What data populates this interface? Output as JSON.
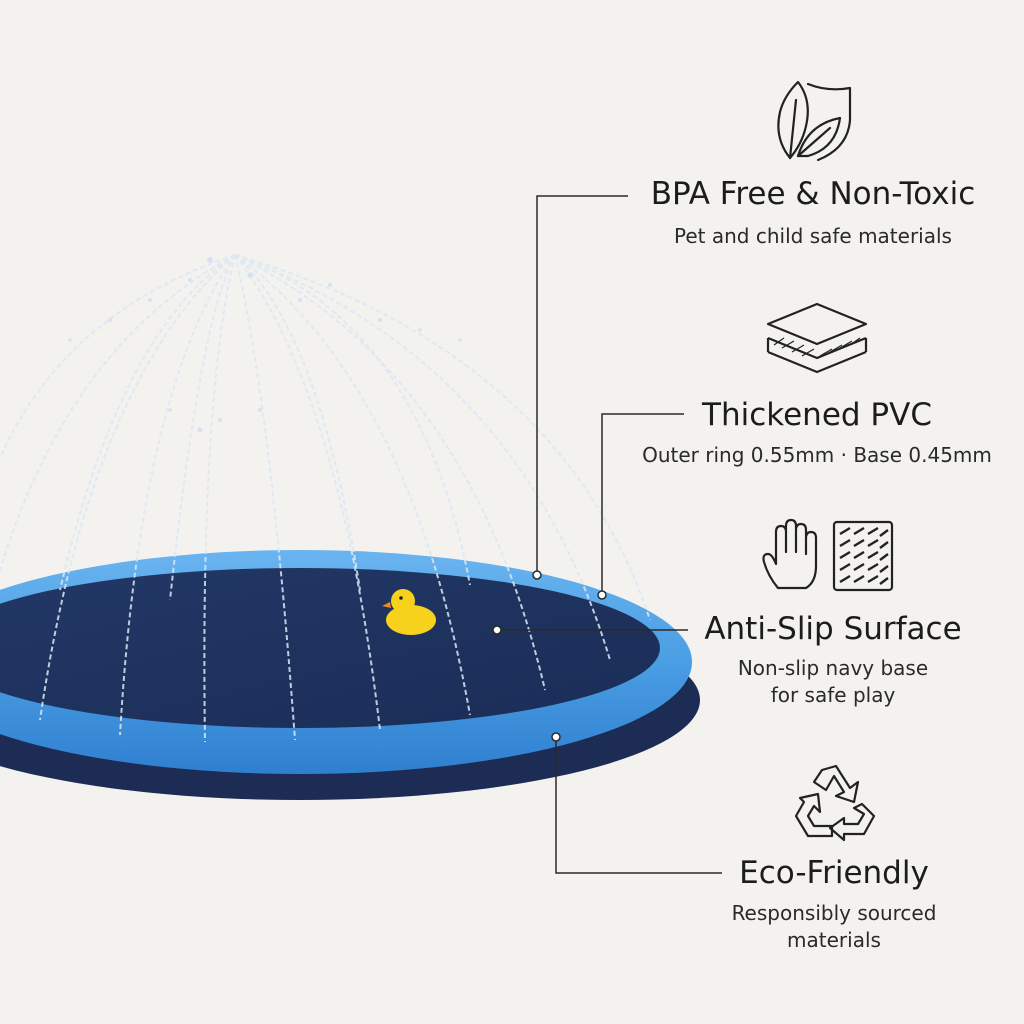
{
  "features": [
    {
      "icon": "leaf-shield-icon",
      "title": "BPA Free & Non-Toxic",
      "subtitle_lines": [
        "Pet and child safe materials"
      ]
    },
    {
      "icon": "layers-icon",
      "title": "Thickened PVC",
      "subtitle_lines": [
        "Outer ring 0.55mm · Base 0.45mm"
      ]
    },
    {
      "icon": "hand-texture-icon",
      "title": "Anti-Slip Surface",
      "subtitle_lines": [
        "Non-slip navy base",
        "for safe play"
      ]
    },
    {
      "icon": "recycle-icon",
      "title": "Eco-Friendly",
      "subtitle_lines": [
        "Responsibly sourced",
        "materials"
      ]
    }
  ],
  "colors": {
    "background": "#f3f2ee",
    "ring": "#4a9ee3",
    "ring_dark": "#2c6fbf",
    "mat": "#243b6b",
    "mat_dark": "#1d2f58",
    "duck": "#f6d21c",
    "beak": "#f08a1c",
    "line": "#2a2a2a"
  }
}
